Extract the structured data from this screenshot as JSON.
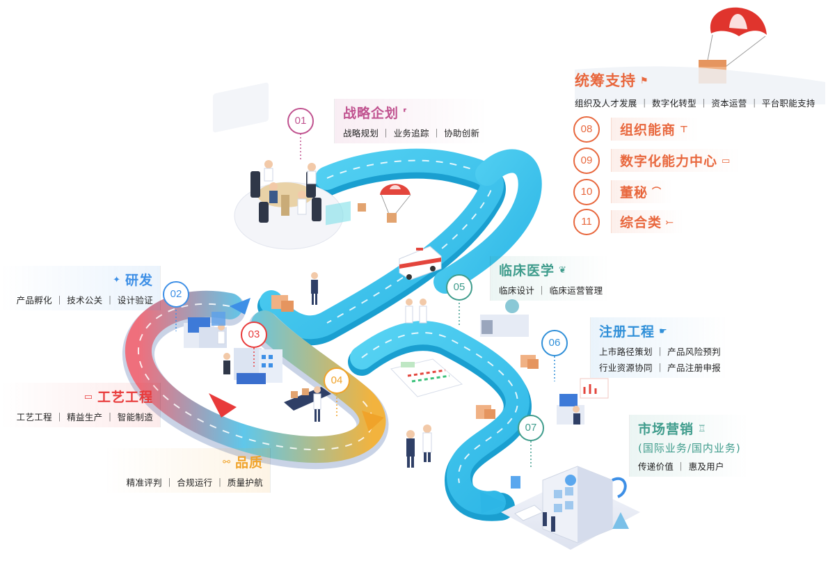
{
  "colors": {
    "road": "#3ec8ec",
    "road_edge": "#1a9fd0",
    "strategy": "#c0528f",
    "rnd": "#3d8fe6",
    "process": "#e83a3a",
    "quality": "#f0a32a",
    "clinical": "#3f9c8c",
    "registration": "#2f8fd8",
    "marketing": "#3f9c8c",
    "support": "#e8673d"
  },
  "support": {
    "title": "统筹支持",
    "items": [
      "组织及人才发展",
      "数字化转型",
      "资本运营",
      "平台职能支持"
    ],
    "list": [
      {
        "num": "08",
        "label": "组织能商"
      },
      {
        "num": "09",
        "label": "数字化能力中心"
      },
      {
        "num": "10",
        "label": "董秘"
      },
      {
        "num": "11",
        "label": "综合类"
      }
    ]
  },
  "stages": {
    "strategy": {
      "num": "01",
      "title": "战略企划",
      "items": [
        "战略规划",
        "业务追踪",
        "协助创新"
      ]
    },
    "rnd": {
      "num": "02",
      "title": "研发",
      "items": [
        "产品孵化",
        "技术公关",
        "设计验证"
      ]
    },
    "process": {
      "num": "03",
      "title": "工艺工程",
      "items": [
        "工艺工程",
        "精益生产",
        "智能制造"
      ]
    },
    "quality": {
      "num": "04",
      "title": "品质",
      "items": [
        "精准评判",
        "合规运行",
        "质量护航"
      ]
    },
    "clinical": {
      "num": "05",
      "title": "临床医学",
      "items": [
        "临床设计",
        "临床运营管理"
      ]
    },
    "registration": {
      "num": "06",
      "title": "注册工程",
      "line1": [
        "上市路径策划",
        "产品风险预判"
      ],
      "line2": [
        "行业资源协同",
        "产品注册申报"
      ]
    },
    "marketing": {
      "num": "07",
      "title": "市场营销",
      "subtitle": "(国际业务/国内业务)",
      "items": [
        "传递价值",
        "惠及用户"
      ]
    }
  }
}
